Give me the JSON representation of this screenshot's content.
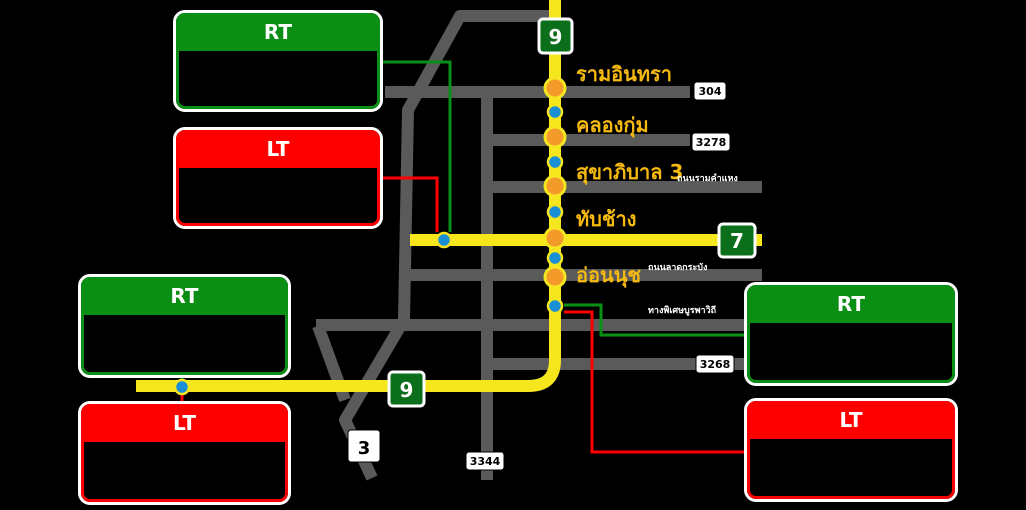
{
  "colors": {
    "background": "#000000",
    "road": "#5a5a5a",
    "main_line": "#f5e61e",
    "station": "#f39a2b",
    "junction": "#1a8fd6",
    "rt": "#0a8f14",
    "lt": "#ff0000",
    "station_label": "#f5b90f"
  },
  "stations": [
    {
      "label": "รามอินทรา"
    },
    {
      "label": "คลองกุ่ม"
    },
    {
      "label": "สุขาภิบาล 3"
    },
    {
      "label": "ทับช้าง"
    },
    {
      "label": "อ่อนนุช"
    }
  ],
  "road_labels": {
    "ramkhamhaeng": "ถนนรามคำแหง",
    "lat_krabang": "ถนนลาดกระบัง",
    "phiset": "ทางพิเศษบูรพาวิถี"
  },
  "route_shields": {
    "r9_top": "9",
    "r7": "7",
    "r9_bottom": "9",
    "r3": "3",
    "r304": "304",
    "r3278": "3278",
    "r3268": "3268",
    "r3344": "3344"
  },
  "panels": {
    "top_rt": {
      "label": "RT"
    },
    "top_lt": {
      "label": "LT"
    },
    "left_rt": {
      "label": "RT"
    },
    "left_lt": {
      "label": "LT"
    },
    "right_rt": {
      "label": "RT"
    },
    "right_lt": {
      "label": "LT"
    }
  }
}
